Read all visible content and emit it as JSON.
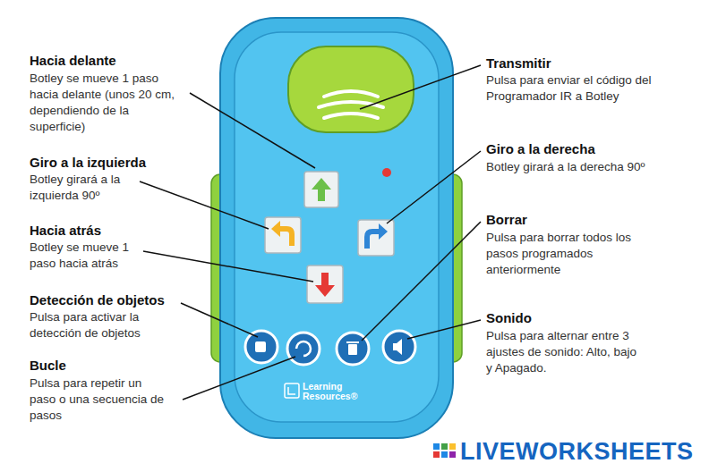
{
  "diagram": {
    "labels": [
      "Hacia delante",
      "Botley se mueve 1 paso hacia delante (unos 20 cm, dependiendo de la superficie)",
      "Giro a la izquierda",
      "Botley girará a la izquierda 90º",
      "Hacia atrás",
      "Botley se mueve 1 paso hacia atrás",
      "Detección de objetos",
      "Pulsa para activar la detección de objetos",
      "Bucle",
      "Pulsa para repetir un paso o una secuencia de pasos",
      "Transmitir",
      "Pulsa para enviar el código del Programador IR a Botley",
      "Giro a la derecha",
      "Botley girará a la derecha 90º",
      "Borrar",
      "Pulsa para borrar todos los pasos programados anteriormente",
      "Sonido",
      "Pulsa para alternar entre 3 ajustes de sonido: Alto, bajo y Apagado.",
      "Learning Resources®",
      "LIVEWORKSHEETS"
    ]
  }
}
